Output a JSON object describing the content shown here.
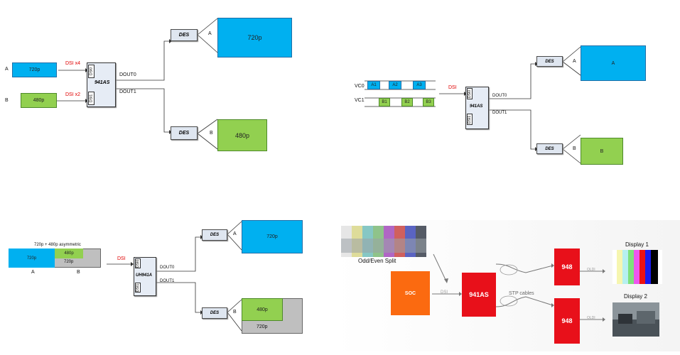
{
  "p1": {
    "inA": "A",
    "inB": "B",
    "box720": "720p",
    "box480": "480p",
    "dsi4": "DSI x4",
    "dsi2": "DSI x2",
    "chip": "941AS",
    "dsi0": "DSI0",
    "dsi1": "DSI1",
    "dout0": "DOUT0",
    "dout1": "DOUT1",
    "des": "DES",
    "outA": "A",
    "outB": "B",
    "out720": "720p",
    "out480": "480p"
  },
  "p2": {
    "vc0": "VC0",
    "vc1": "VC1",
    "a1": "A1",
    "a2": "A2",
    "a3": "A3",
    "b1": "B1",
    "b2": "B2",
    "b3": "B3",
    "dsi": "DSI",
    "chip": "941AS",
    "dsi0": "DSI0",
    "dsi1": "DSI1",
    "dout0": "DOUT0",
    "dout1": "DOUT1",
    "des": "DES",
    "outA": "A",
    "outB": "B",
    "boxA": "A",
    "boxB": "B"
  },
  "p3": {
    "caption": "720p + 480p asymmetric",
    "in720": "720p",
    "in480": "480p",
    "in720b": "720p",
    "labA": "A",
    "labB": "B",
    "dsi": "DSI",
    "chip": "UH941A",
    "dsi0": "DSI0",
    "dsi1": "DSI1",
    "dout0": "DOUT0",
    "dout1": "DOUT1",
    "des": "DES",
    "outA": "A",
    "outB": "B",
    "out720": "720p",
    "out480": "480p",
    "out720b": "720p"
  },
  "p4": {
    "split": "Odd/Even Split",
    "soc": "SOC",
    "dsi": "DSI",
    "chip": "941AS",
    "stp": "STP cables",
    "rx": "948",
    "oldi": "OLDI",
    "disp1": "Display 1",
    "disp2": "Display 2"
  },
  "colors": {
    "blue": "#00b0f0",
    "green": "#92d050",
    "red": "#e8101a",
    "orange": "#fb6a10",
    "gray": "#bfbfbf"
  }
}
